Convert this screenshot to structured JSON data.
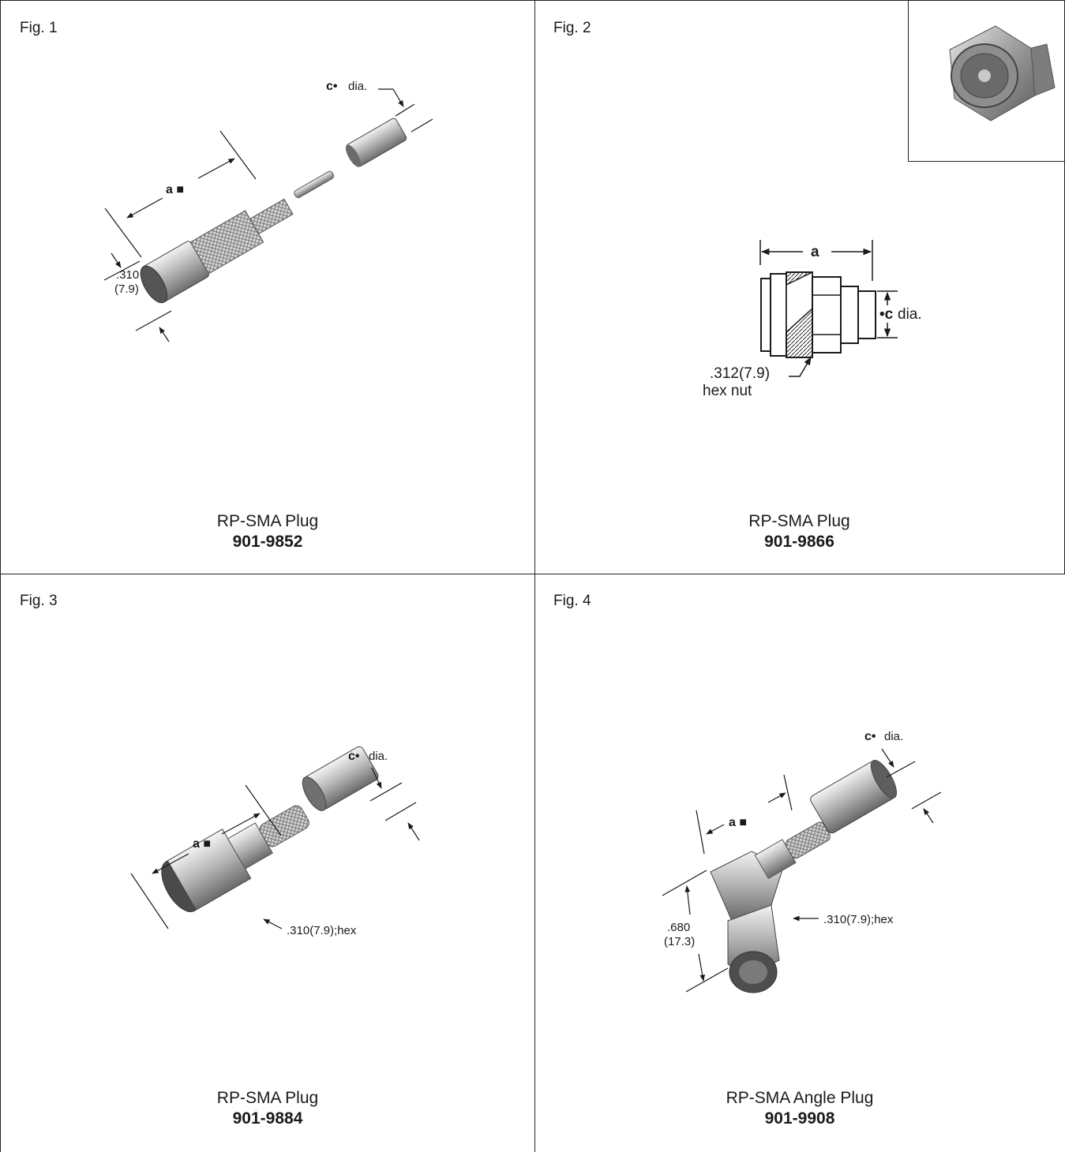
{
  "figures": [
    {
      "fig_label": "Fig. 1",
      "name": "RP-SMA Plug",
      "part_number": "901-9852",
      "dims": {
        "a": "a ■",
        "c_dia_c": "c•",
        "c_dia_text": "dia.",
        "hex_1": ".310",
        "hex_2": "(7.9)"
      }
    },
    {
      "fig_label": "Fig. 2",
      "name": "RP-SMA Plug",
      "part_number": "901-9866",
      "dims": {
        "a": "a",
        "c_dia_c": "•c",
        "c_dia_text": "dia.",
        "hex_1": ".312(7.9)",
        "hex_2": "hex nut"
      }
    },
    {
      "fig_label": "Fig. 3",
      "name": "RP-SMA Plug",
      "part_number": "901-9884",
      "dims": {
        "a": "a ■",
        "c_dia_c": "c•",
        "c_dia_text": "dia.",
        "hex": ".310(7.9);hex"
      }
    },
    {
      "fig_label": "Fig. 4",
      "name": "RP-SMA Angle Plug",
      "part_number": "901-9908",
      "dims": {
        "a": "a ■",
        "c_dia_c": "c•",
        "c_dia_text": "dia.",
        "hex": ".310(7.9);hex",
        "height_1": ".680",
        "height_2": "(17.3)"
      }
    }
  ]
}
